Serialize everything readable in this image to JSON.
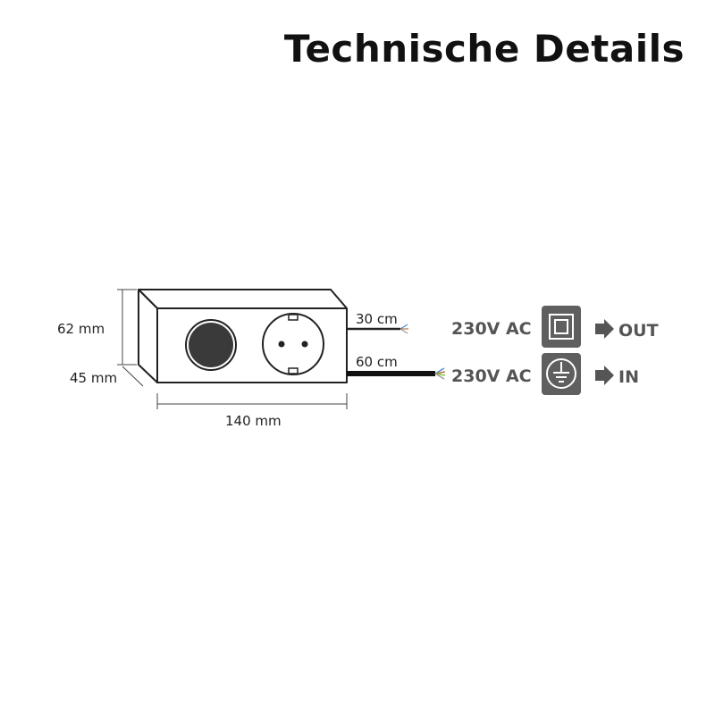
{
  "title": "Technische Details",
  "dimensions": {
    "height": "62 mm",
    "depth": "45 mm",
    "width": "140 mm"
  },
  "cables": {
    "output_length": "30 cm",
    "input_length": "60 cm"
  },
  "ports": [
    {
      "voltage": "230V AC",
      "symbol": "double-insulation-icon",
      "direction": "OUT"
    },
    {
      "voltage": "230V AC",
      "symbol": "earth-ground-icon",
      "direction": "IN"
    }
  ],
  "colors": {
    "icon_box": "#5f5f5f",
    "text_gray": "#555555",
    "line": "#222222"
  }
}
